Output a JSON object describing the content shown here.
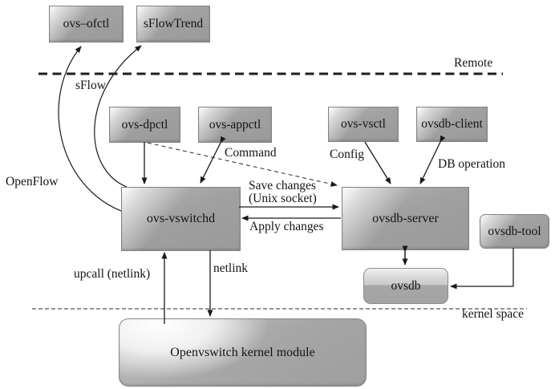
{
  "diagram": {
    "title_hint": "Open vSwitch architecture diagram",
    "nodes": {
      "ofctl": {
        "label": "ovs–ofctl"
      },
      "sflowtrend": {
        "label": "sFlowTrend"
      },
      "dpctl": {
        "label": "ovs-dpctl"
      },
      "appctl": {
        "label": "ovs-appctl"
      },
      "vsctl": {
        "label": "ovs-vsctl"
      },
      "dbclient": {
        "label": "ovsdb-client"
      },
      "vswitchd": {
        "label": "ovs-vswitchd"
      },
      "dbserver": {
        "label": "ovsdb-server"
      },
      "dbtool": {
        "label": "ovsdb-tool"
      },
      "ovsdb": {
        "label": "ovsdb"
      },
      "kernelmod": {
        "label": "Openvswitch kernel module"
      }
    },
    "edge_labels": {
      "openflow": "OpenFlow",
      "sflow": "sFlow",
      "command": "Command",
      "config": "Config",
      "db_operation": "DB operation",
      "save_changes_line1": "Save changes",
      "save_changes_line2": "(Unix socket)",
      "apply_changes": "Apply changes",
      "upcall": "upcall (netlink)",
      "netlink": "netlink"
    },
    "regions": {
      "remote": "Remote",
      "kernel_space": "kernel space"
    },
    "colors": {
      "background": "#ffffff",
      "box_fill": "#9e9e9e",
      "box_border": "#838383",
      "line": "#1a1a1a",
      "text": "#141414"
    }
  }
}
